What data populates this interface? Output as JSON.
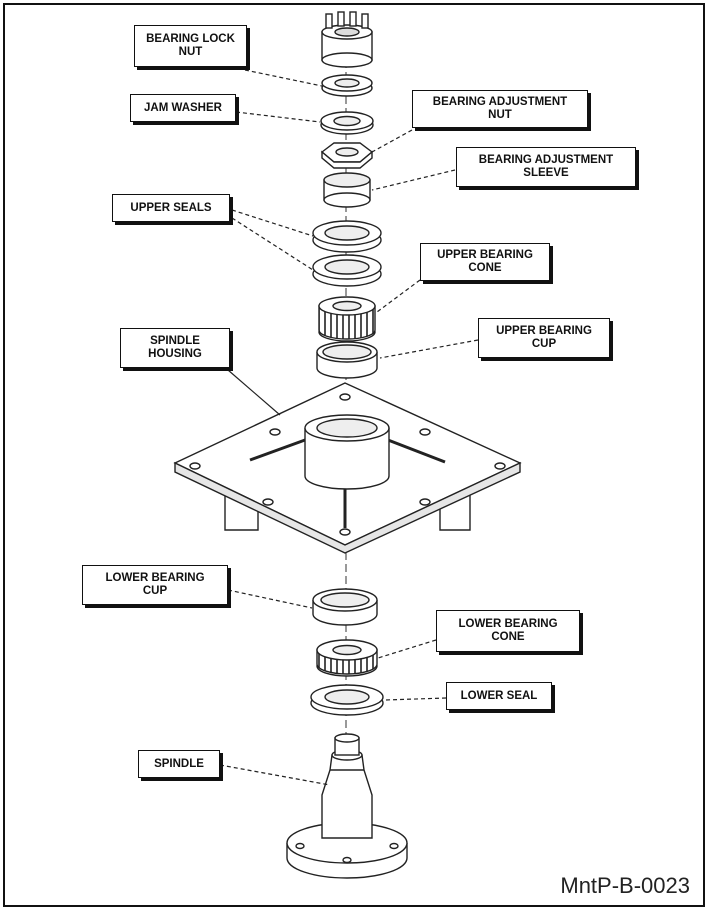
{
  "labels": {
    "bearing_lock_nut": "BEARING LOCK\nNUT",
    "jam_washer": "JAM WASHER",
    "bearing_adjustment_nut": "BEARING ADJUSTMENT\nNUT",
    "bearing_adjustment_sleeve": "BEARING ADJUSTMENT\nSLEEVE",
    "upper_seals": "UPPER SEALS",
    "upper_bearing_cone": "UPPER BEARING\nCONE",
    "upper_bearing_cup": "UPPER BEARING\nCUP",
    "spindle_housing": "SPINDLE\nHOUSING",
    "lower_bearing_cup": "LOWER BEARING\nCUP",
    "lower_bearing_cone": "LOWER BEARING\nCONE",
    "lower_seal": "LOWER SEAL",
    "spindle": "SPINDLE"
  },
  "drawing_id": "MntP-B-0023"
}
